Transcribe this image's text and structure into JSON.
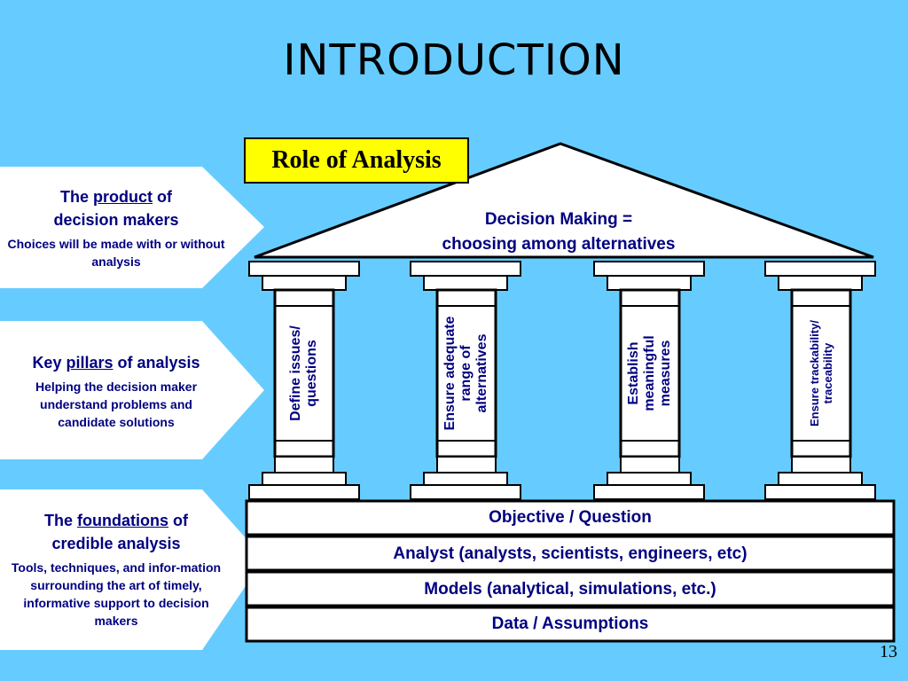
{
  "title": "INTRODUCTION",
  "role_label": "Role of Analysis",
  "roof": {
    "line1": "Decision Making =",
    "line2": "choosing among alternatives"
  },
  "pillars": [
    {
      "line1": "Define issues/",
      "line2": "questions",
      "line3": ""
    },
    {
      "line1": "Ensure adequate",
      "line2": "range of",
      "line3": "alternatives"
    },
    {
      "line1": "Establish",
      "line2": "meaningful",
      "line3": "measures"
    },
    {
      "line1": "Ensure trackability/",
      "line2": "traceability",
      "line3": ""
    }
  ],
  "foundations": [
    "Objective / Question",
    "Analyst (analysts, scientists, engineers, etc)",
    "Models (analytical, simulations, etc.)",
    "Data / Assumptions"
  ],
  "side_notes": [
    {
      "pre": "The ",
      "key": "product",
      "post": " of",
      "line2": "decision makers",
      "desc": "Choices will be made with or without analysis"
    },
    {
      "pre": "Key ",
      "key": "pillars",
      "post": " of analysis",
      "line2": "",
      "desc": "Helping the decision maker understand problems and candidate solutions"
    },
    {
      "pre": "The ",
      "key": "foundations",
      "post": " of",
      "line2": "credible analysis",
      "desc": "Tools, techniques, and infor-mation surrounding the art of timely, informative support to decision makers"
    }
  ],
  "page_number": "13"
}
